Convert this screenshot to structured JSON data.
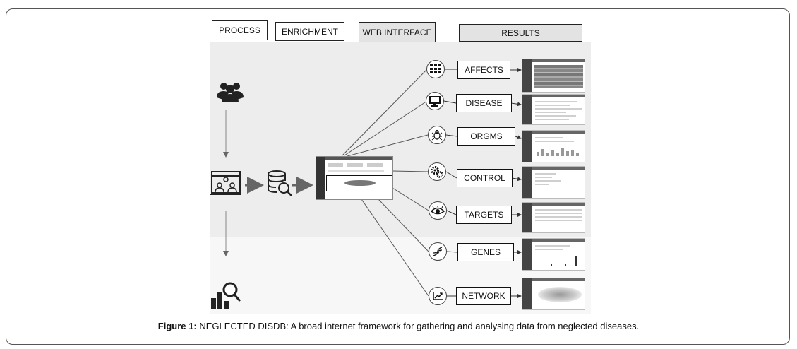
{
  "headers": {
    "process": "PROCESS",
    "enrichment": "ENRICHMENT",
    "web_interface": "WEB INTERFACE",
    "results": "RESULTS"
  },
  "results": [
    {
      "label": "AFFECTS",
      "icon": "grid-icon"
    },
    {
      "label": "DISEASE",
      "icon": "monitor-icon"
    },
    {
      "label": "ORGMS",
      "icon": "bug-icon"
    },
    {
      "label": "CONTROL",
      "icon": "gears-icon"
    },
    {
      "label": "TARGETS",
      "icon": "eye-icon"
    },
    {
      "label": "GENES",
      "icon": "dna-icon"
    },
    {
      "label": "NETWORK",
      "icon": "trend-chart-icon"
    }
  ],
  "caption": {
    "label": "Figure 1:",
    "text": " NEGLECTED DISDB: A broad internet framework for gathering and analysing data from neglected diseases."
  }
}
